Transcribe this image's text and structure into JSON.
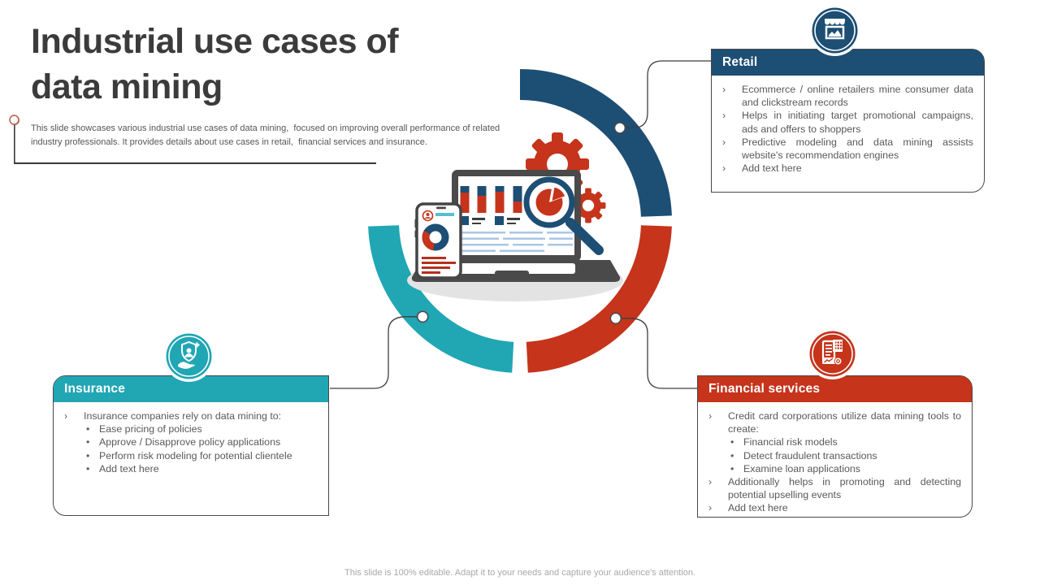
{
  "slide": {
    "title_line1": "Industrial use cases of",
    "title_line2": "data mining",
    "subtitle": "This slide showcases various industrial use cases of data mining,  focused on improving overall performance of related industry professionals. It provides details about use cases in retail,  financial services and insurance.",
    "footer": "This slide is 100% editable. Adapt it to your needs and capture your audience's attention."
  },
  "colors": {
    "blue": "#1d4e74",
    "red": "#c5341b",
    "teal": "#21a6b4",
    "title_text": "#3b3b3b",
    "body_text": "#595959"
  },
  "icons": {
    "retail": "storefront-icon",
    "insurance": "shield-hand-icon",
    "financial": "financial-report-icon"
  },
  "cards": {
    "retail": {
      "title": "Retail",
      "items": [
        {
          "marker": "›",
          "text": "Ecommerce / online retailers mine consumer data and clickstream records"
        },
        {
          "marker": "›",
          "text": "Helps in initiating target promotional campaigns, ads and offers to shoppers"
        },
        {
          "marker": "›",
          "text": "Predictive modeling and data mining assists website's recommendation engines"
        },
        {
          "marker": "›",
          "text": "Add text here"
        }
      ]
    },
    "insurance": {
      "title": "Insurance",
      "items": [
        {
          "marker": "›",
          "text": "Insurance companies rely on data mining to:"
        },
        {
          "marker": "•",
          "text": "Ease pricing of policies"
        },
        {
          "marker": "•",
          "text": "Approve / Disapprove policy applications"
        },
        {
          "marker": "•",
          "text": "Perform risk modeling for potential clientele"
        },
        {
          "marker": "•",
          "text": "Add text here"
        }
      ]
    },
    "financial": {
      "title": "Financial services",
      "items": [
        {
          "marker": "›",
          "text": "Credit card corporations utilize data mining tools to create:"
        },
        {
          "marker": "•",
          "text": "Financial risk models"
        },
        {
          "marker": "•",
          "text": "Detect fraudulent transactions"
        },
        {
          "marker": "•",
          "text": "Examine loan applications"
        },
        {
          "marker": "›",
          "text": "Additionally helps in promoting and detecting potential upselling events"
        },
        {
          "marker": "›",
          "text": "Add text here"
        }
      ]
    }
  }
}
